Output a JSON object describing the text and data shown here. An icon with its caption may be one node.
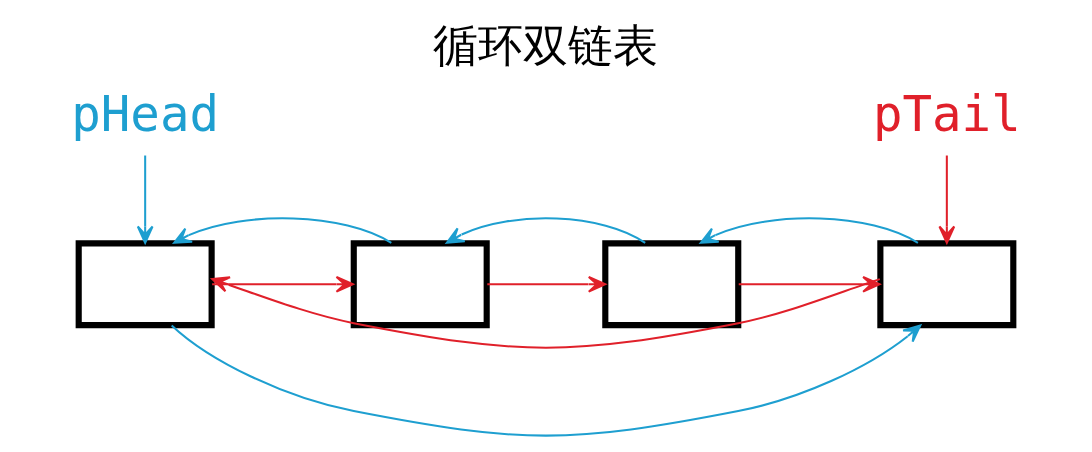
{
  "diagram": {
    "title": "循环双链表",
    "nodes": [
      {
        "text": [
          "pHead"
        ]
      },
      {
        "text": [],
        "shape": "box"
      },
      {
        "text": [],
        "shape": "box"
      },
      {
        "text": [],
        "shape": "box"
      },
      {
        "text": [],
        "shape": "box"
      },
      {
        "text": [
          "pTail"
        ]
      }
    ],
    "edges": [
      {
        "from": 0,
        "to": 1,
        "arrow": "to",
        "color": "#1e9fd0"
      },
      {
        "from": 5,
        "to": 4,
        "arrow": "to",
        "color": "#e0202a"
      },
      {
        "from": 1,
        "to": 2,
        "arrow": "to",
        "color": "#e0202a"
      },
      {
        "from": 2,
        "to": 3,
        "arrow": "to",
        "color": "#e0202a"
      },
      {
        "from": 3,
        "to": 4,
        "arrow": "to",
        "color": "#e0202a"
      },
      {
        "from": 2,
        "to": 1,
        "arrow": "to",
        "color": "#1e9fd0"
      },
      {
        "from": 3,
        "to": 2,
        "arrow": "to",
        "color": "#1e9fd0"
      },
      {
        "from": 4,
        "to": 3,
        "arrow": "to",
        "color": "#1e9fd0"
      },
      {
        "from": 4,
        "to": 1,
        "arrow": "to",
        "color": "#e0202a"
      },
      {
        "from": 1,
        "to": 4,
        "arrow": "to",
        "color": "#1e9fd0"
      }
    ]
  }
}
